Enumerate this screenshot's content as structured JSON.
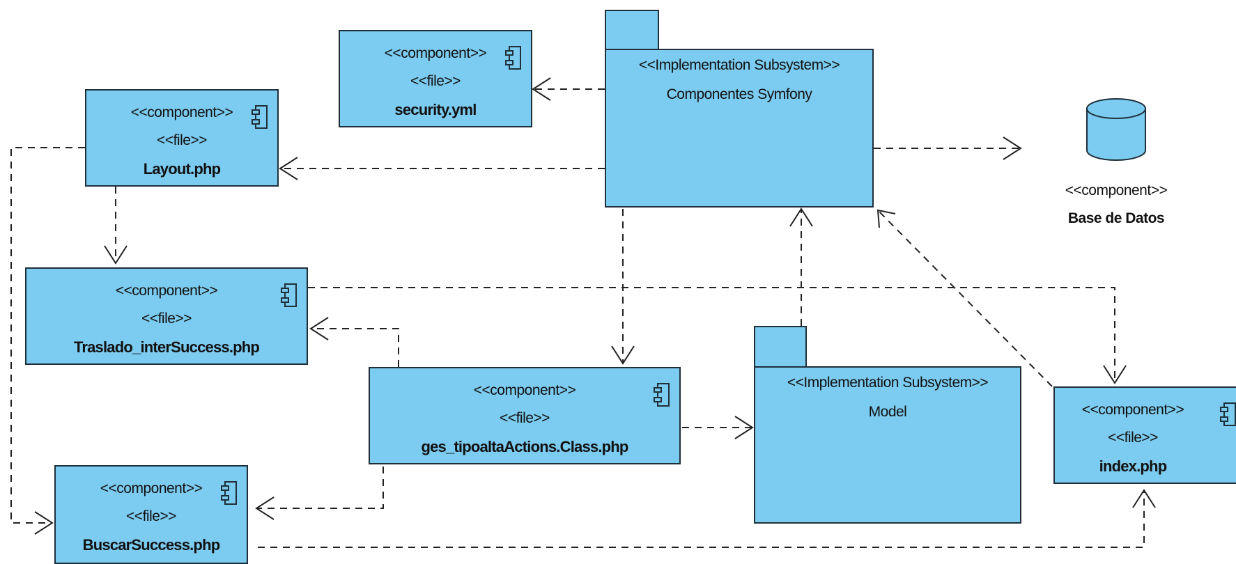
{
  "stereotypes": {
    "component": "<<component>>",
    "file": "<<file>>",
    "subsystem": "<<Implementation Subsystem>>"
  },
  "nodes": {
    "security": {
      "name": "security.yml"
    },
    "layout": {
      "name": "Layout.php"
    },
    "traslado": {
      "name": "Traslado_interSuccess.php"
    },
    "ges": {
      "name": "ges_tipoaltaActions.Class.php"
    },
    "buscar": {
      "name": "BuscarSuccess.php"
    },
    "index": {
      "name": "index.php"
    },
    "symfony": {
      "name": "Componentes Symfony"
    },
    "model": {
      "name": "Model"
    },
    "database": {
      "name": "Base de Datos"
    }
  },
  "colors": {
    "fill": "#7ccbf0",
    "border": "#1f2f3a",
    "line": "#222222"
  },
  "icons": [
    "component-icon",
    "database-icon",
    "arrowhead-icon"
  ]
}
